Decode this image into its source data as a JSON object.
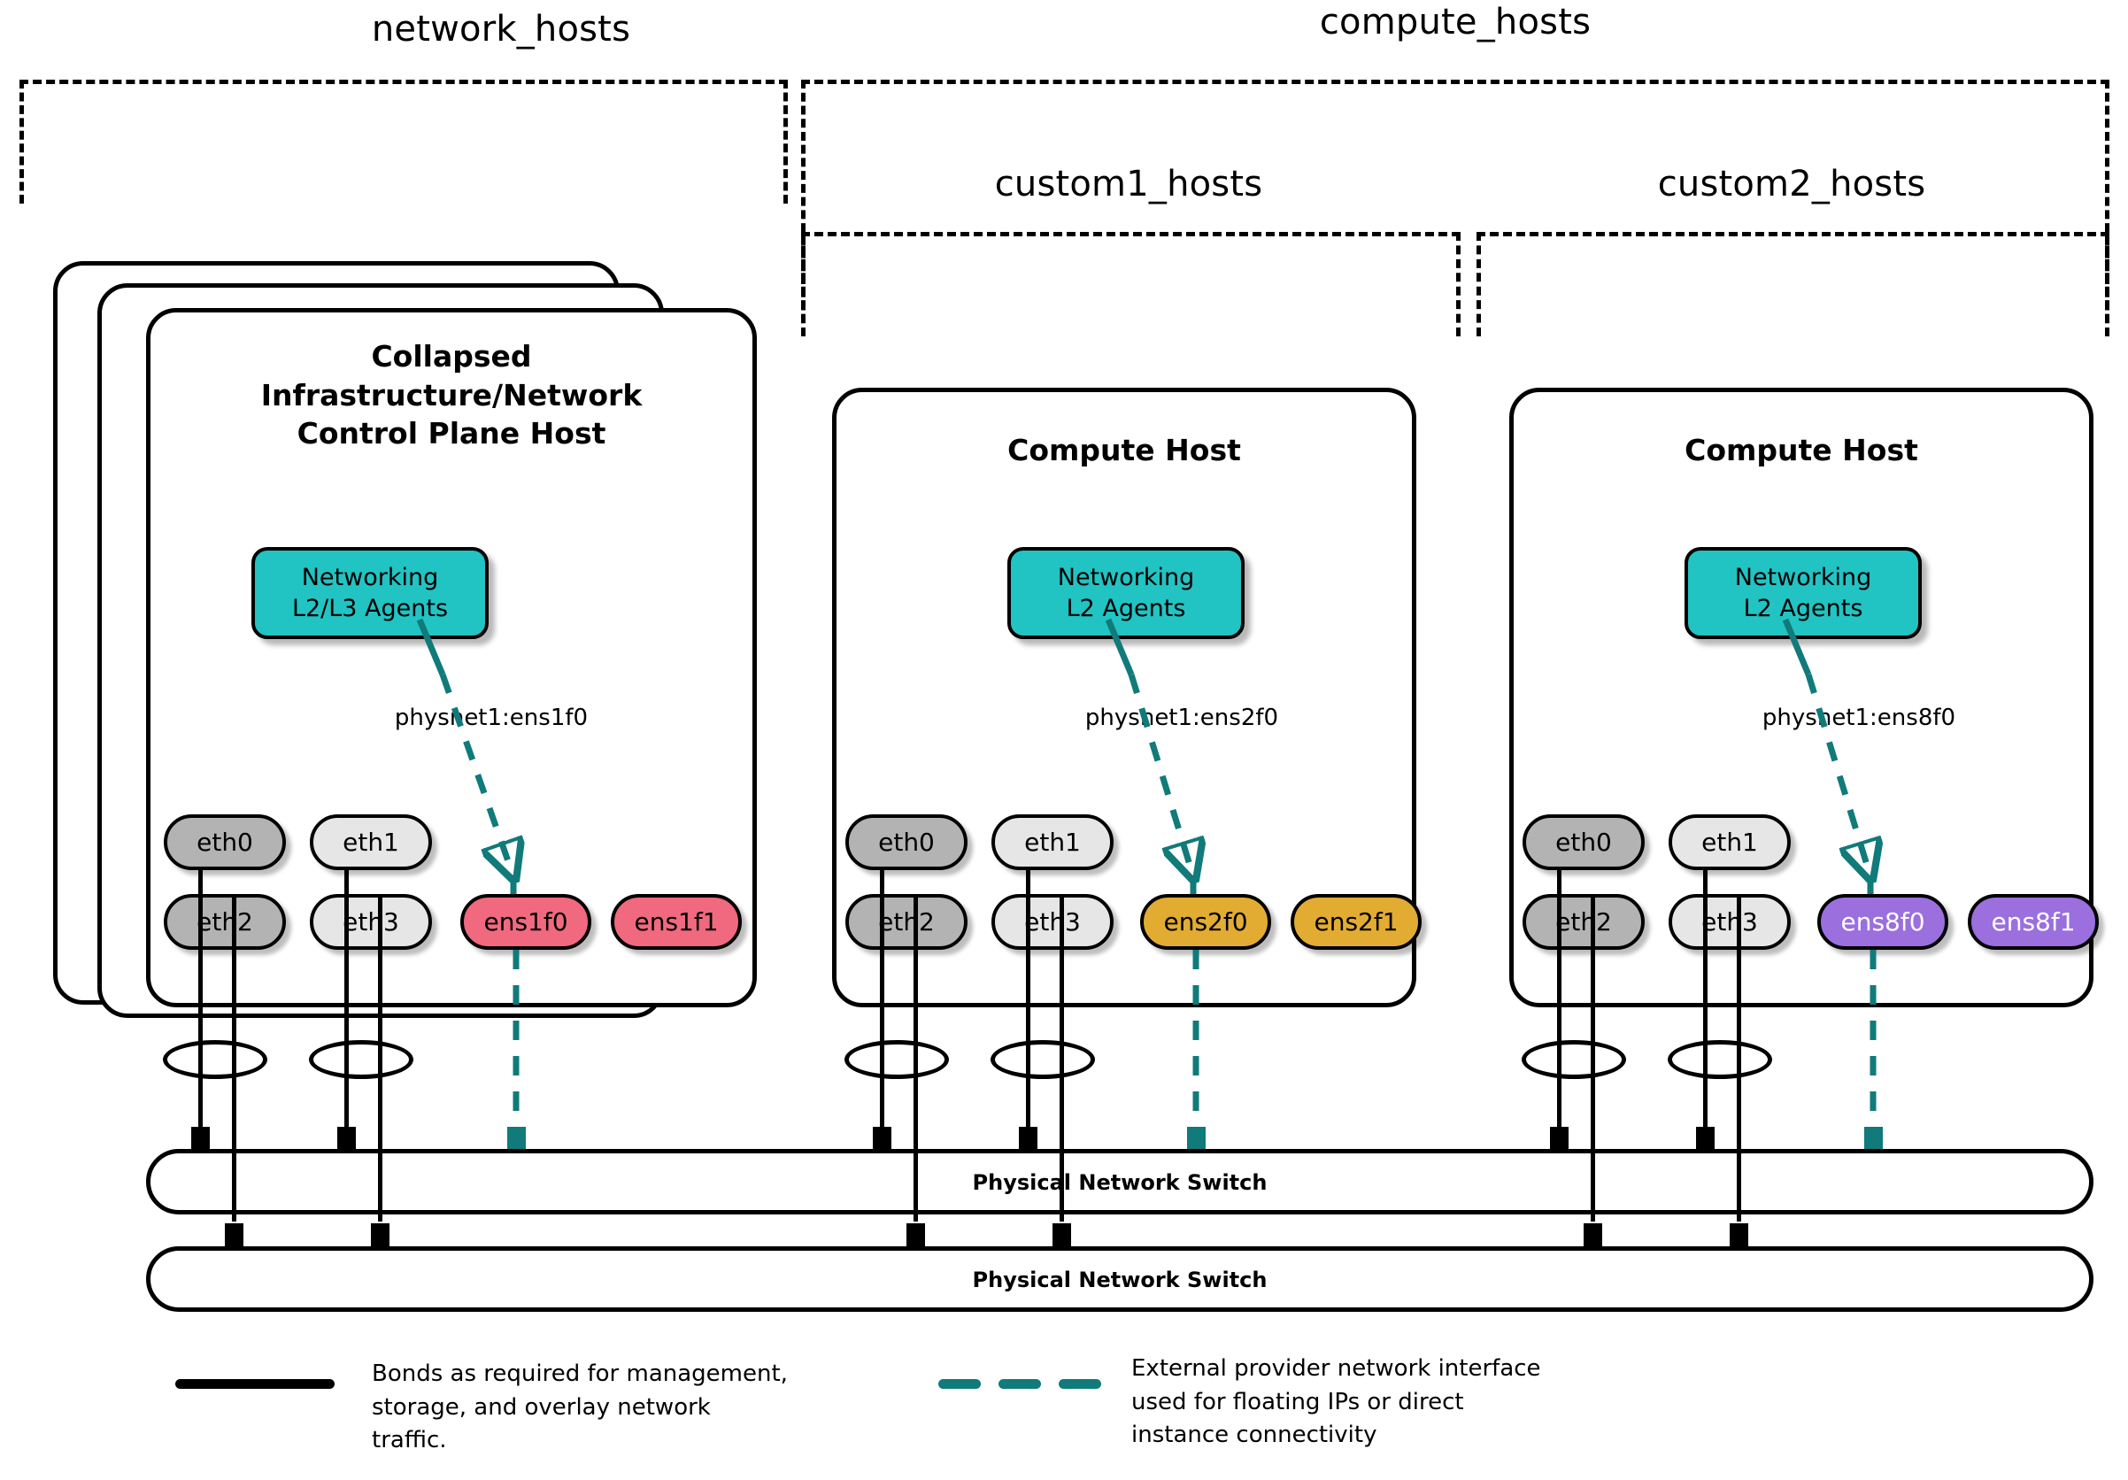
{
  "groups": [
    {
      "name": "network_hosts",
      "label": "network_hosts"
    },
    {
      "name": "compute_hosts",
      "label": "compute_hosts"
    },
    {
      "name": "custom1_hosts",
      "label": "custom1_hosts"
    },
    {
      "name": "custom2_hosts",
      "label": "custom2_hosts"
    }
  ],
  "hosts": [
    {
      "id": "collapsed-control-plane-host",
      "title": "Collapsed\nInfrastructure/Network\nControl Plane Host",
      "title_lines": [
        "Collapsed",
        "Infrastructure/Network",
        "Control Plane Host"
      ],
      "stacked": true,
      "agent": {
        "label": "Networking\nL2/L3 Agents",
        "lines": [
          "Networking",
          "L2/L3 Agents"
        ],
        "color": "#22c3c3"
      },
      "physnet_label": "physnet1:ens1f0",
      "nics": [
        {
          "label": "eth0",
          "style": "dark"
        },
        {
          "label": "eth1",
          "style": "light"
        },
        {
          "label": "eth2",
          "style": "dark"
        },
        {
          "label": "eth3",
          "style": "light"
        },
        {
          "label": "ens1f0",
          "style": "pink"
        },
        {
          "label": "ens1f1",
          "style": "pink"
        }
      ]
    },
    {
      "id": "compute-host-1",
      "title": "Compute Host",
      "title_lines": [
        "Compute Host"
      ],
      "stacked": false,
      "agent": {
        "label": "Networking\nL2 Agents",
        "lines": [
          "Networking",
          "L2 Agents"
        ],
        "color": "#22c3c3"
      },
      "physnet_label": "physnet1:ens2f0",
      "nics": [
        {
          "label": "eth0",
          "style": "dark"
        },
        {
          "label": "eth1",
          "style": "light"
        },
        {
          "label": "eth2",
          "style": "dark"
        },
        {
          "label": "eth3",
          "style": "light"
        },
        {
          "label": "ens2f0",
          "style": "gold"
        },
        {
          "label": "ens2f1",
          "style": "gold"
        }
      ]
    },
    {
      "id": "compute-host-2",
      "title": "Compute Host",
      "title_lines": [
        "Compute Host"
      ],
      "stacked": false,
      "agent": {
        "label": "Networking\nL2 Agents",
        "lines": [
          "Networking",
          "L2 Agents"
        ],
        "color": "#22c3c3"
      },
      "physnet_label": "physnet1:ens8f0",
      "nics": [
        {
          "label": "eth0",
          "style": "dark"
        },
        {
          "label": "eth1",
          "style": "light"
        },
        {
          "label": "eth2",
          "style": "dark"
        },
        {
          "label": "eth3",
          "style": "light"
        },
        {
          "label": "ens8f0",
          "style": "purple"
        },
        {
          "label": "ens8f1",
          "style": "purple"
        }
      ]
    }
  ],
  "switches": [
    {
      "label": "Physical Network Switch"
    },
    {
      "label": "Physical Network Switch"
    }
  ],
  "legend": [
    {
      "key": "bond-legend",
      "style": "solid",
      "color": "#000000",
      "lines": [
        "Bonds as required for management,",
        "storage, and overlay network traffic."
      ]
    },
    {
      "key": "provider-legend",
      "style": "dashed",
      "color": "#117a7a",
      "lines": [
        "External provider network interface",
        "used for floating IPs or direct",
        "instance connectivity"
      ]
    }
  ],
  "colors": {
    "teal": "#117a7a",
    "agent": "#22c3c3",
    "nic_dark": "#b3b3b3",
    "nic_light": "#e6e6e6",
    "nic_pink": "#f0697f",
    "nic_gold": "#e2ac33",
    "nic_purple": "#9b6fdd",
    "stroke": "#000000"
  }
}
